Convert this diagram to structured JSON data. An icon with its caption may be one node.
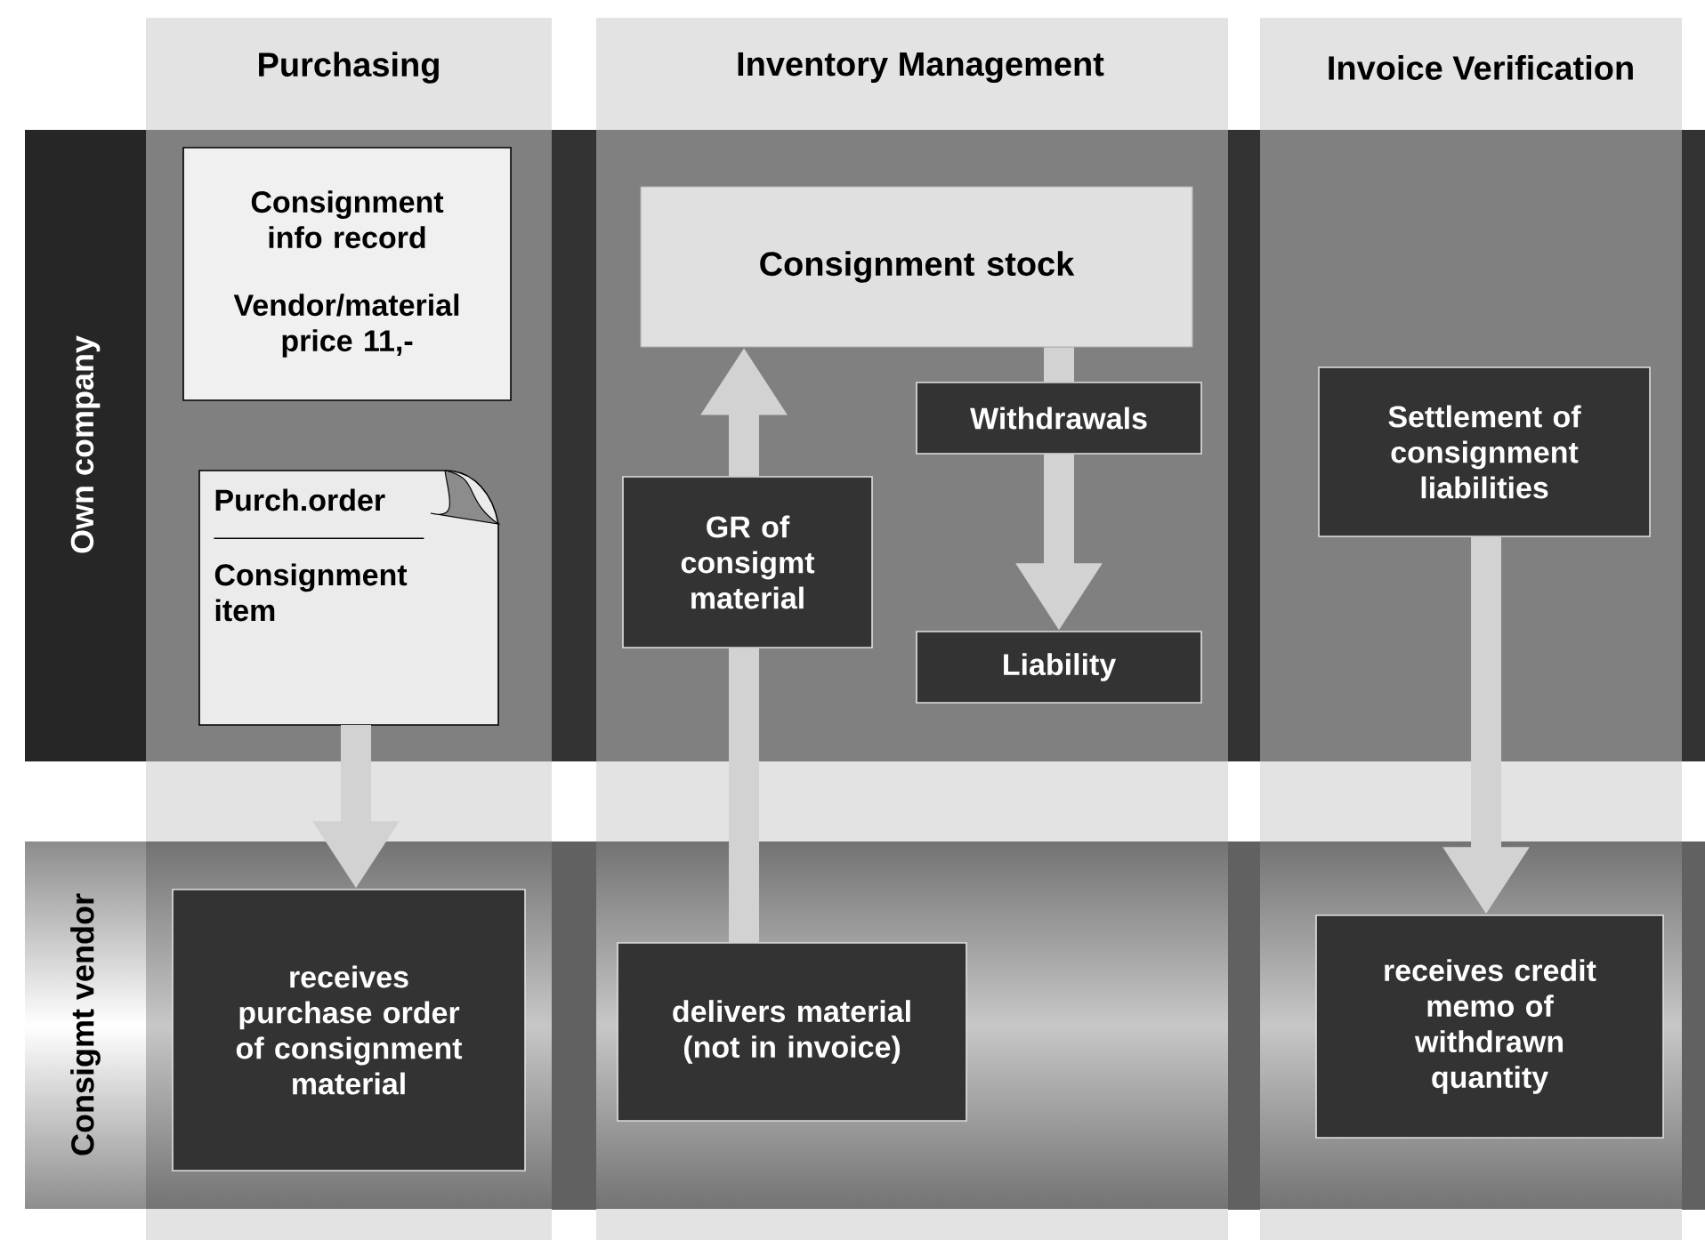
{
  "diagram": {
    "nodes": [
      {
        "text": [
          "Consignment info record",
          "Vendor/material price 11,-"
        ]
      },
      {
        "text": [
          "Purch.order",
          "Consignment item"
        ]
      },
      {
        "text": [
          "Consignment stock"
        ]
      },
      {
        "text": [
          "Withdrawals"
        ]
      },
      {
        "text": [
          "GR of consigmt material"
        ]
      },
      {
        "text": [
          "Liability"
        ]
      },
      {
        "text": [
          "Settlement of consignment liabilities"
        ]
      },
      {
        "text": [
          "receives purchase order of consignment material"
        ]
      },
      {
        "text": [
          "delivers material (not in invoice)"
        ]
      },
      {
        "text": [
          "receives credit memo of withdrawn quantity"
        ]
      }
    ],
    "edges": [
      {
        "from": 1,
        "to": 7,
        "arrow": "to"
      },
      {
        "from": 8,
        "to": 4,
        "arrow": "none"
      },
      {
        "from": 4,
        "to": 2,
        "arrow": "to"
      },
      {
        "from": 2,
        "to": 3,
        "arrow": "none"
      },
      {
        "from": 3,
        "to": 5,
        "arrow": "to"
      },
      {
        "from": 6,
        "to": 9,
        "arrow": "to"
      }
    ],
    "labels": [
      "Purchasing",
      "Inventory Management",
      "Invoice Verification",
      "Own company",
      "Consigmt vendor"
    ]
  }
}
